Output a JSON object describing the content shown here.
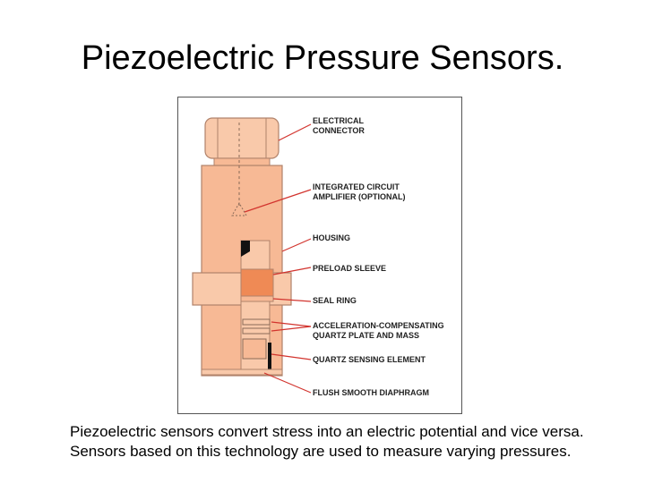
{
  "slide": {
    "title": "Piezoelectric Pressure Sensors.",
    "caption_line1": "Piezoelectric sensors convert stress into an electric potential and vice versa.",
    "caption_line2": "Sensors based on this technology are used to measure varying pressures."
  },
  "diagram": {
    "labels": {
      "connector_1": "ELECTRICAL",
      "connector_2": "CONNECTOR",
      "amp_1": "INTEGRATED CIRCUIT",
      "amp_2": "AMPLIFIER (OPTIONAL)",
      "housing": "HOUSING",
      "preload": "PRELOAD SLEEVE",
      "seal": "SEAL RING",
      "accel_1": "ACCELERATION-COMPENSATING",
      "accel_2": "QUARTZ PLATE AND MASS",
      "quartz": "QUARTZ SENSING ELEMENT",
      "diaphragm": "FLUSH SMOOTH DIAPHRAGM"
    },
    "colors": {
      "body": "#f7b995",
      "body_light": "#f9c9aa",
      "outline": "#b0826a",
      "preload": "#ef8a55",
      "leader": "#d2342e",
      "dark": "#111111"
    }
  }
}
